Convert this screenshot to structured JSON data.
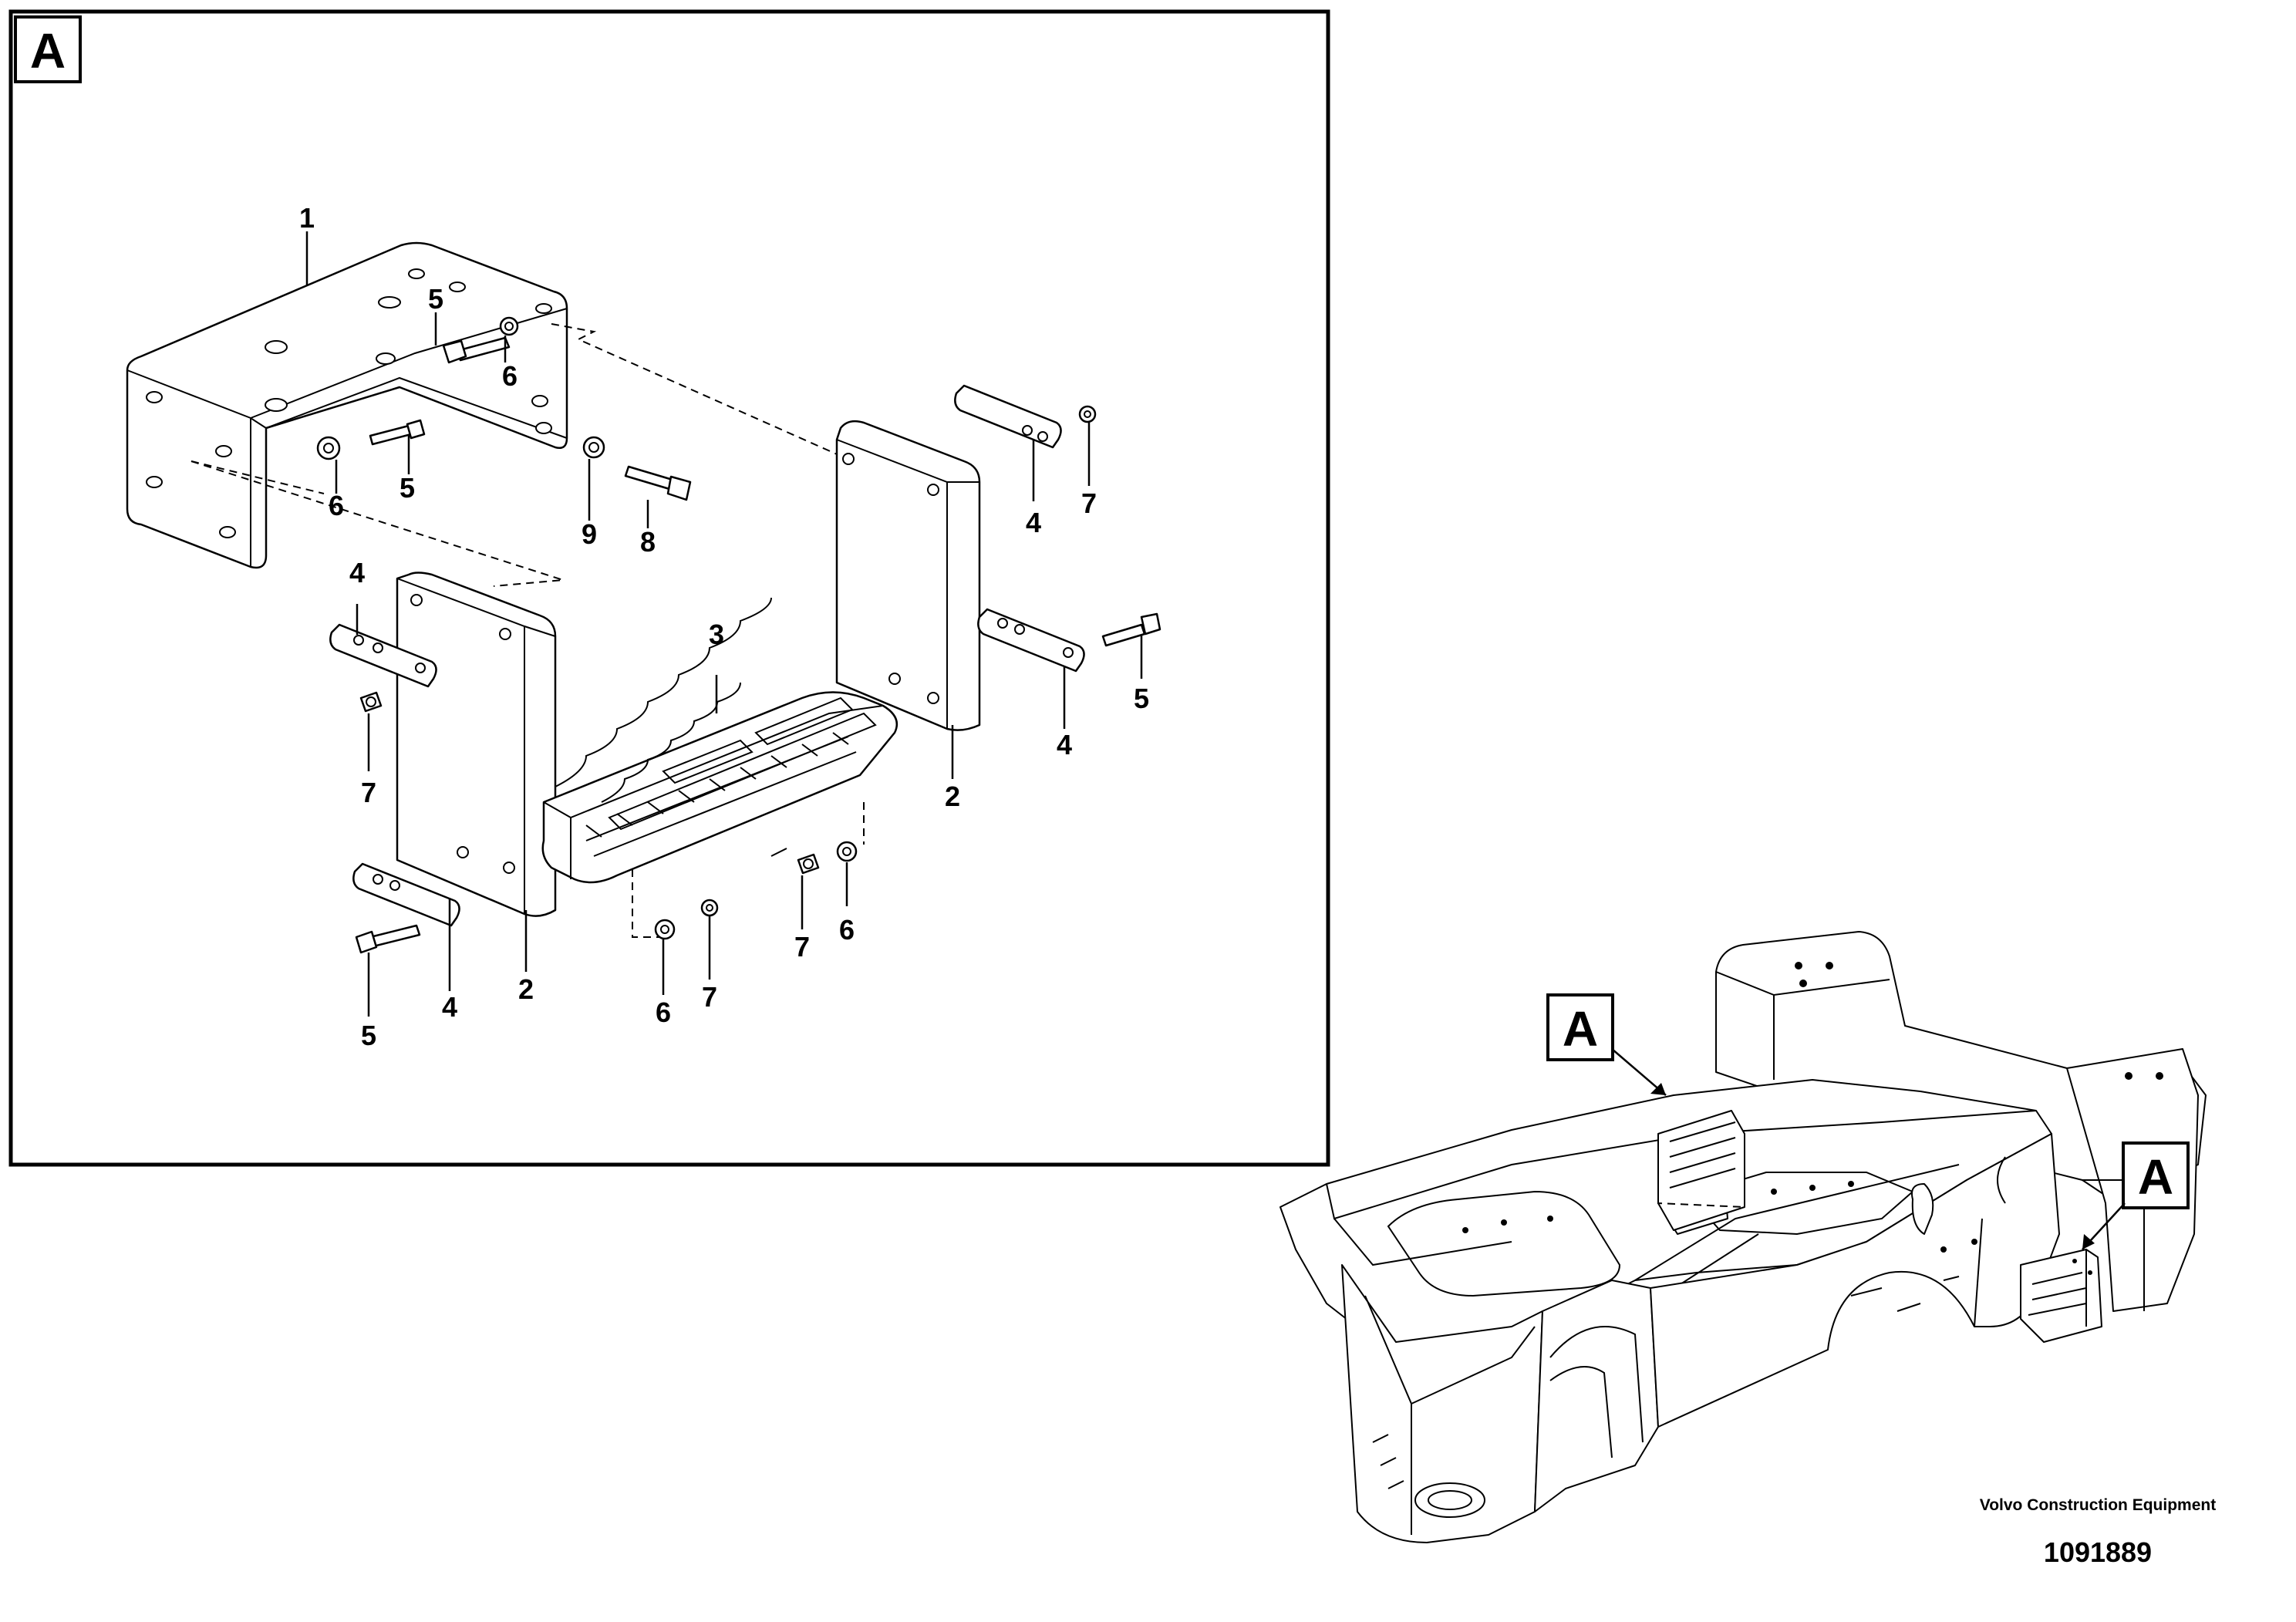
{
  "detail_tag": "A",
  "overview_tags": [
    "A",
    "A"
  ],
  "callouts": {
    "c1": "1",
    "c2a": "2",
    "c2b": "2",
    "c3": "3",
    "c4a": "4",
    "c4b": "4",
    "c4c": "4",
    "c4d": "4",
    "c5a": "5",
    "c5b": "5",
    "c5c": "5",
    "c5d": "5",
    "c6a": "6",
    "c6b": "6",
    "c6c": "6",
    "c6d": "6",
    "c7a": "7",
    "c7b": "7",
    "c7c": "7",
    "c7d": "7",
    "c8": "8",
    "c9": "9"
  },
  "credit": {
    "maker": "Volvo Construction Equipment",
    "number": "1091889"
  }
}
